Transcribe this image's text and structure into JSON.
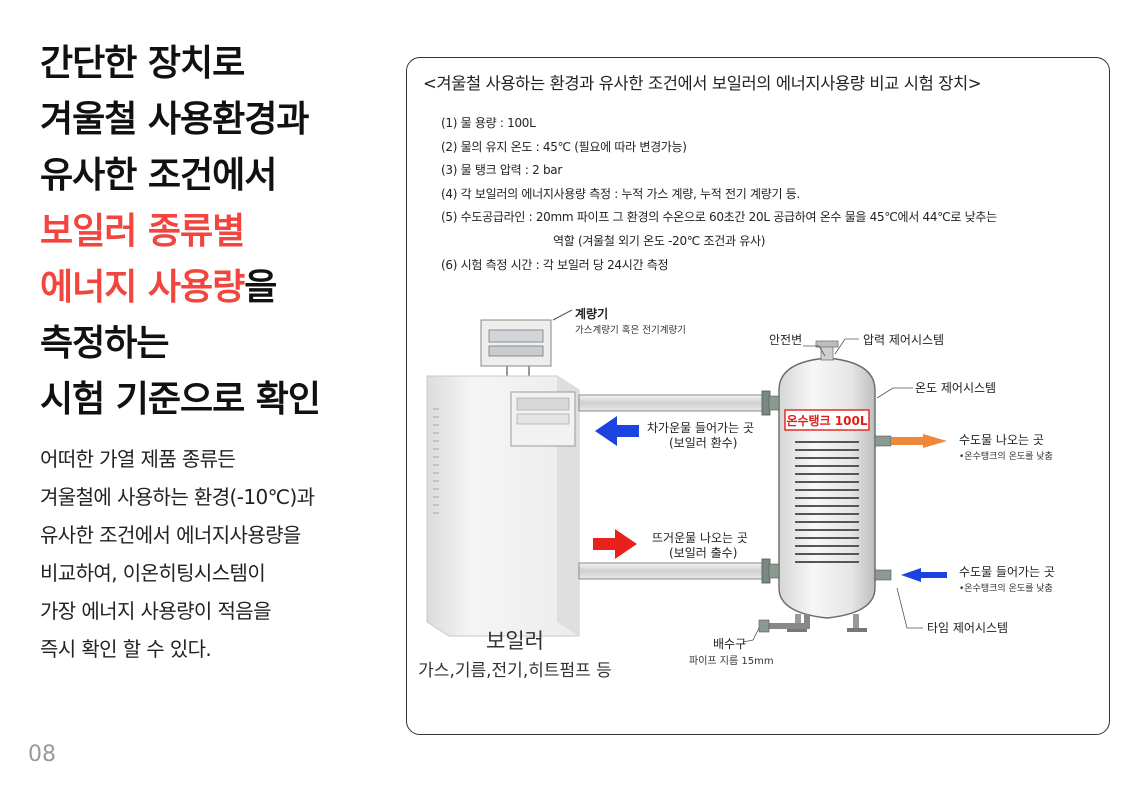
{
  "headline": {
    "line1": "간단한 장치로",
    "line2": "겨울철 사용환경과",
    "line3": "유사한 조건에서",
    "line4": "보일러 종류별",
    "line5_red": "에너지 사용량",
    "line5_rest": "을",
    "line6": "측정하는",
    "line7": "시험 기준으로 확인"
  },
  "description": {
    "line1": "어떠한 가열 제품 종류든",
    "line2": "겨울철에 사용하는 환경(-10℃)과",
    "line3": "유사한 조건에서 에너지사용량을",
    "line4": "비교하여, 이온히팅시스템이",
    "line5": "가장 에너지 사용량이 적음을",
    "line6": "즉시 확인 할 수 있다."
  },
  "page_number": "08",
  "panel": {
    "title": "<겨울철 사용하는 환경과 유사한 조건에서 보일러의 에너지사용량 비교 시험 장치>",
    "specs": [
      "(1) 물 용량 : 100L",
      "(2) 물의 유지 온도 : 45℃ (필요에 따라 변경가능)",
      "(3) 물 탱크 압력 : 2 bar",
      "(4) 각 보일러의 에너지사용량 측정 : 누적 가스 계량, 누적 전기 계량기 등.",
      "(5) 수도공급라인 : 20mm 파이프 그 환경의 수온으로 60초간 20L 공급하여 온수 물을 45℃에서 44℃로 낮추는",
      "역할  (겨울철 외기 온도 -20℃ 조건과 유사)",
      "(6) 시험 측정 시간 : 각 보일러 당 24시간 측정"
    ]
  },
  "diagram": {
    "meter": "계량기",
    "meter_sub": "가스계량기 혹은 전기계량기",
    "safety_valve": "안전변",
    "pressure_control": "압력 제어시스템",
    "temp_control": "온도 제어시스템",
    "tank_label": "온수탱크 100L",
    "cold_return": "차가운물 들어가는 곳",
    "cold_return_sub": "(보일러 환수)",
    "hot_outlet": "뜨거운물 나오는 곳",
    "hot_outlet_sub": "(보일러 출수)",
    "tap_out": "수도물 나오는 곳",
    "tap_out_sub": "•온수탱크의 온도를 낮춤",
    "tap_in": "수도물 들어가는 곳",
    "tap_in_sub": "•온수탱크의 온도를 낮춤",
    "timer_control": "타임 제어시스템",
    "drain": "배수구",
    "drain_sub": "파이프 지름 15mm",
    "boiler": "보일러",
    "boiler_types": "가스,기름,전기,히트펌프 등"
  },
  "colors": {
    "accent_red": "#f1453d",
    "arrow_blue": "#1b43e0",
    "arrow_red": "#e8221b",
    "arrow_orange": "#f0883a",
    "tank_label_red": "#e0201b"
  }
}
